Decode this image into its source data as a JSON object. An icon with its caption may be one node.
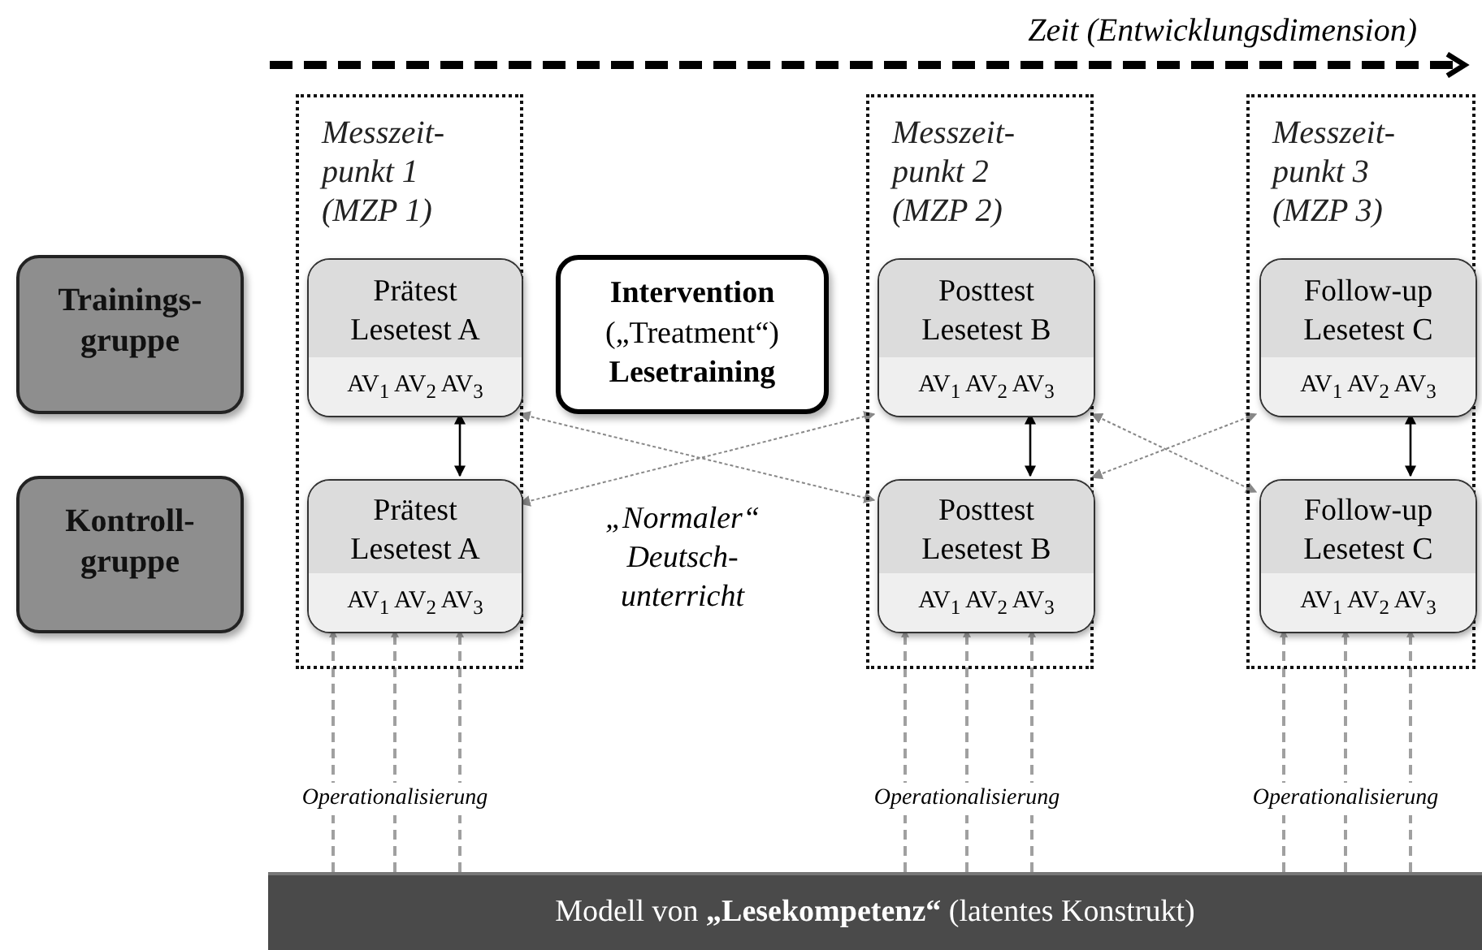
{
  "diagram": {
    "nodes": [
      {
        "text": [
          "Trainings- gruppe"
        ]
      },
      {
        "text": [
          "Messzeit- punkt 1 (MZP 1)"
        ]
      },
      {
        "text": [
          "Prätest Lesetest A",
          "AV$_{1}$ AV$_{2}$ AV$_{3}$"
        ],
        "in": 1
      },
      {
        "text": [
          "**Intervention** („Treatment“) **Lesetraining**"
        ]
      },
      {
        "text": [
          "Messzeit- punkt 2 (MZP 2)"
        ]
      },
      {
        "text": [
          "Posttest Lesetest B",
          "AV$_{1}$ AV$_{2}$ AV$_{3}$"
        ],
        "in": 4
      },
      {
        "text": [
          "Messzeit- punkt 3 (MZP 3)"
        ]
      },
      {
        "text": [
          "Follow-up Lesetest C",
          "AV$_{1}$ AV$_{2}$ AV$_{3}$"
        ],
        "in": 6
      },
      {
        "text": [
          "Kontroll- gruppe"
        ]
      },
      {
        "text": [
          "Prätest Lesetest A",
          "AV$_{1}$ AV$_{2}$ AV$_{3}$"
        ],
        "in": 1
      },
      {
        "text": [
          "Posttest Lesetest B",
          "AV$_{1}$ AV$_{2}$ AV$_{3}$"
        ],
        "in": 4
      },
      {
        "text": [
          "Follow-up Lesetest C",
          "AV$_{1}$ AV$_{2}$ AV$_{3}$"
        ],
        "in": 6
      },
      {
        "text": [
          "Modell von **„Lesekompetenz“** (latentes Konstrukt)"
        ]
      }
    ],
    "edges": [
      {
        "from": 2,
        "to": 9,
        "arrow": "both",
        "color": "#000000"
      },
      {
        "from": 5,
        "to": 10,
        "arrow": "both",
        "color": "#000000"
      },
      {
        "from": 7,
        "to": 11,
        "arrow": "both",
        "color": "#000000"
      },
      {
        "from": 2,
        "to": 10,
        "arrow": "both",
        "style": "dashed",
        "color": "#888888"
      },
      {
        "from": 9,
        "to": 5,
        "arrow": "both",
        "style": "dashed",
        "color": "#888888"
      },
      {
        "from": 5,
        "to": 11,
        "arrow": "both",
        "style": "dashed",
        "color": "#888888"
      },
      {
        "from": 10,
        "to": 7,
        "arrow": "both",
        "style": "dashed",
        "color": "#888888"
      },
      {
        "from": 12,
        "to": 9,
        "arrow": "to",
        "style": "dashed"
      },
      {
        "from": 12,
        "to": 9,
        "arrow": "to",
        "style": "dashed",
        "label": "Operationalisierung"
      },
      {
        "from": 12,
        "to": 9,
        "arrow": "to",
        "style": "dashed"
      },
      {
        "from": 12,
        "to": 10,
        "arrow": "to",
        "style": "dashed"
      },
      {
        "from": 12,
        "to": 10,
        "arrow": "to",
        "style": "dashed",
        "label": "Operationalisierung"
      },
      {
        "from": 12,
        "to": 10,
        "arrow": "to",
        "style": "dashed"
      },
      {
        "from": 12,
        "to": 11,
        "arrow": "to",
        "style": "dashed"
      },
      {
        "from": 12,
        "to": 11,
        "arrow": "to",
        "style": "dashed",
        "label": "Operationalisierung"
      },
      {
        "from": 12,
        "to": 11,
        "arrow": "to",
        "style": "dashed"
      }
    ],
    "labels": [
      "Zeit (Entwicklungsdimension)",
      "„Normaler“ Deutsch- unterricht"
    ]
  }
}
